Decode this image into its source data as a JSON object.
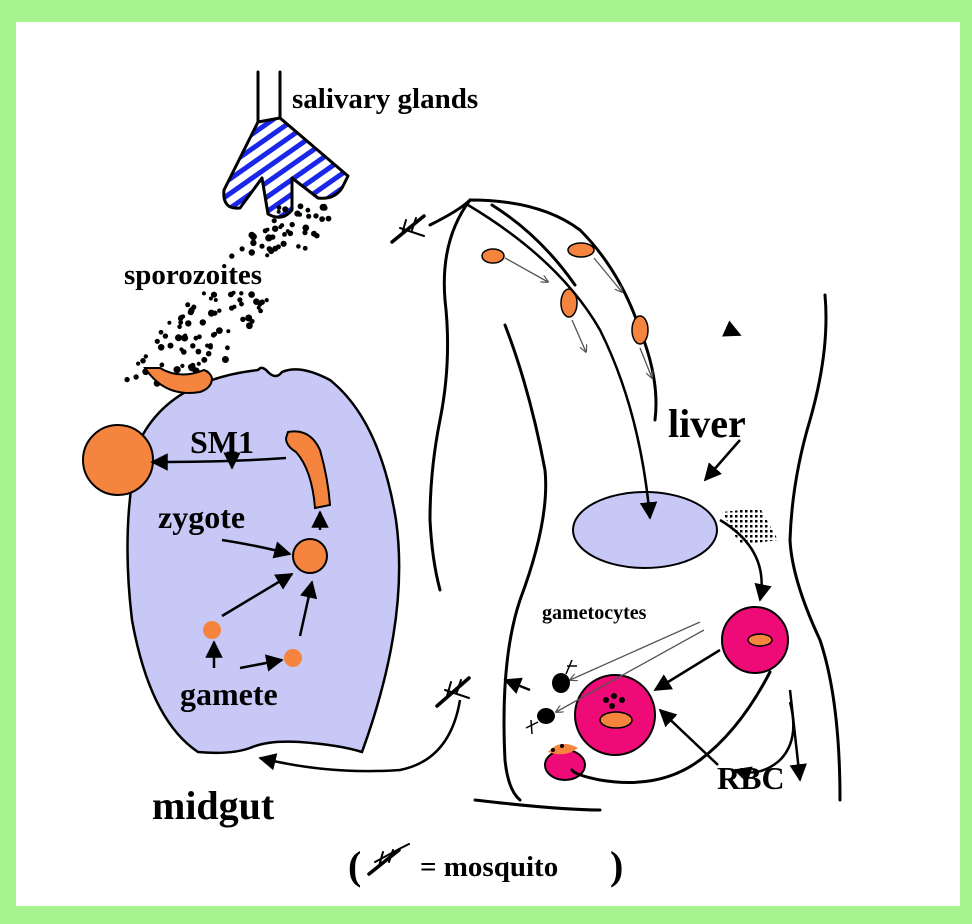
{
  "colors": {
    "border": "#a6f58e",
    "midgut": "#c8c8f7",
    "liver": "#c8c8f7",
    "parasite": "#f4843e",
    "rbc": "#ee0a77",
    "gland_stripes": "#1a26e8"
  },
  "labels": {
    "salivary_glands": "salivary glands",
    "sporozoites": "sporozoites",
    "sm1": "SM1",
    "zygote": "zygote",
    "gamete": "gamete",
    "midgut": "midgut",
    "liver": "liver",
    "gametocytes": "gametocytes",
    "rbc": "RBC",
    "legend_open": "(",
    "legend_text": "= mosquito",
    "legend_close": ")"
  },
  "icons": [
    "mosquito-icon"
  ]
}
